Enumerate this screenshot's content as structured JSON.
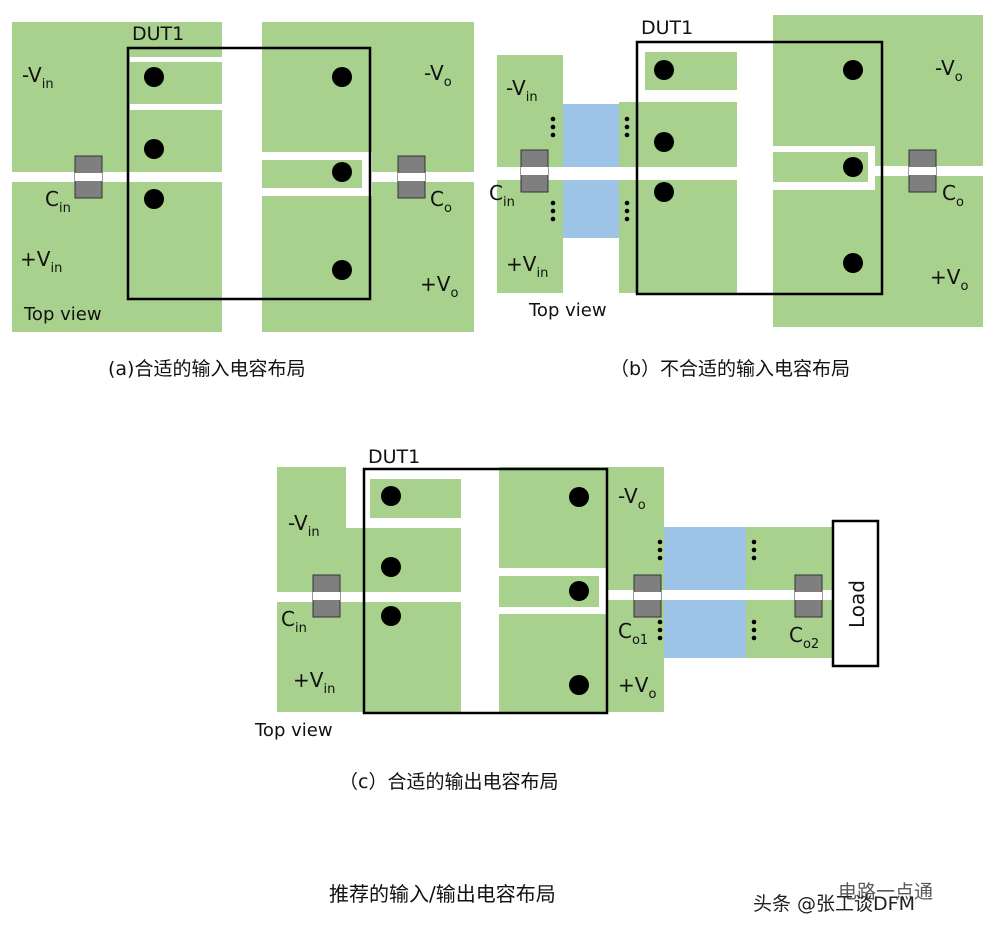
{
  "colors": {
    "copper": "#a9d18e",
    "via_fill": "#9dc3e6",
    "outline": "#000000"
  },
  "panel_a": {
    "dut": "DUT1",
    "neg_vin": "-V",
    "neg_vin_sub": "in",
    "pos_vin": "+V",
    "pos_vin_sub": "in",
    "cin": "C",
    "cin_sub": "in",
    "neg_vo": "-V",
    "neg_vo_sub": "o",
    "pos_vo": "+V",
    "pos_vo_sub": "o",
    "co": "C",
    "co_sub": "o",
    "top_view": "Top view",
    "caption": "(a)合适的输入电容布局"
  },
  "panel_b": {
    "dut": "DUT1",
    "neg_vin": "-V",
    "neg_vin_sub": "in",
    "pos_vin": "+V",
    "pos_vin_sub": "in",
    "cin": "C",
    "cin_sub": "in",
    "neg_vo": "-V",
    "neg_vo_sub": "o",
    "pos_vo": "+V",
    "pos_vo_sub": "o",
    "co": "C",
    "co_sub": "o",
    "top_view": "Top view",
    "caption": "（b）不合适的输入电容布局"
  },
  "panel_c": {
    "dut": "DUT1",
    "neg_vin": "-V",
    "neg_vin_sub": "in",
    "pos_vin": "+V",
    "pos_vin_sub": "in",
    "cin": "C",
    "cin_sub": "in",
    "neg_vo": "-V",
    "neg_vo_sub": "o",
    "pos_vo": "+V",
    "pos_vo_sub": "o",
    "co1": "C",
    "co1_sub": "o1",
    "co2": "C",
    "co2_sub": "o2",
    "load": "Load",
    "top_view": "Top view",
    "caption": "（c）合适的输出电容布局"
  },
  "footer": {
    "title": "推荐的输入/输出电容布局",
    "watermark": "头条 @张工谈DFM",
    "watermark_overlay": "电路一点通"
  }
}
